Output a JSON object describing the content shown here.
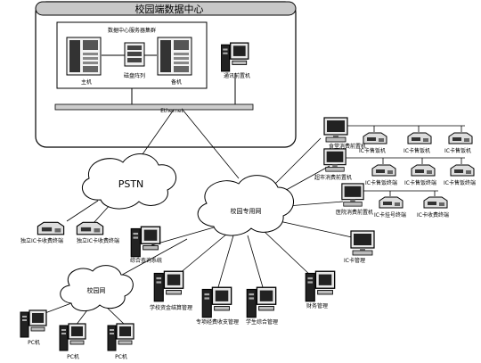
{
  "center": {
    "title": "校园端数据中心",
    "server_group": "数据中心服务器集群",
    "host": "主机",
    "disk_array": "磁盘阵列",
    "backup": "备机",
    "comm_pc": "通讯前置机",
    "ethernet": "Ethernet"
  },
  "clouds": {
    "pstn": "PSTN",
    "campus_private": "校园专用网",
    "campus": "校园网"
  },
  "pstn_terminals": {
    "left": "独立IC卡收费终端",
    "right": "独立IC卡收费终端"
  },
  "cafeteria": {
    "pc": "食堂消费前置机",
    "t1": "IC卡售饭机",
    "t2": "IC卡售饭机",
    "t3": "IC卡售饭机"
  },
  "market": {
    "pc": "超市消费前置机",
    "t1": "IC卡售饭终端",
    "t2": "IC卡售饭终端",
    "t3": "IC卡售饭终端"
  },
  "hospital": {
    "pc": "医院消费前置机",
    "t1": "IC卡挂号终端",
    "t2": "IC卡收费终端"
  },
  "ic_mgmt": "IC卡管理",
  "finance": "财务管理",
  "query": "综合查询系统",
  "dept": {
    "fund": "学校资金结算管理",
    "fee": "专项经费收支管理",
    "student": "学生综合管理"
  },
  "pcs": [
    "PC机",
    "PC机",
    "PC机"
  ]
}
